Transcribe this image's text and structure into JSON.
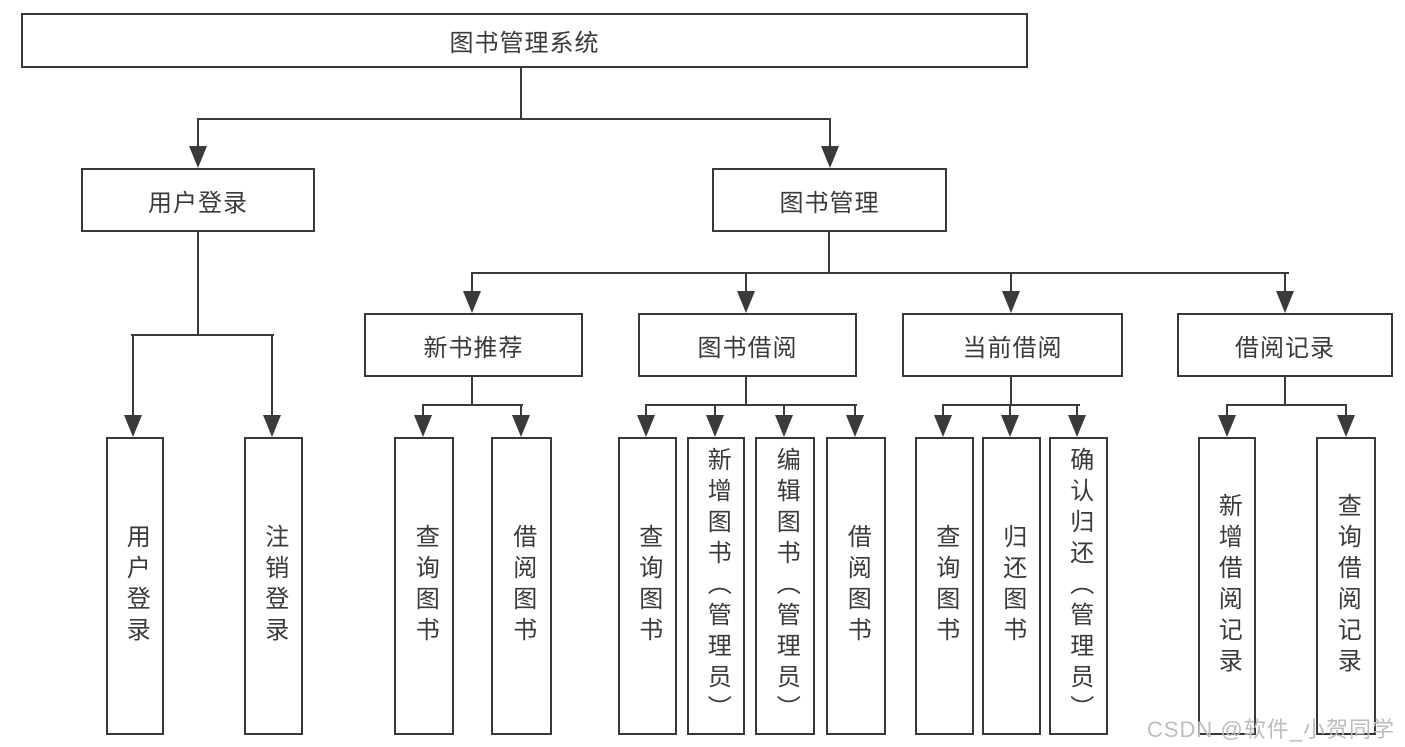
{
  "title": {
    "label": "图书管理系统"
  },
  "level2": {
    "user_login": {
      "label": "用户登录"
    },
    "book_management": {
      "label": "图书管理"
    }
  },
  "level3": {
    "new_book_recommendation": {
      "label": "新书推荐"
    },
    "book_borrowing": {
      "label": "图书借阅"
    },
    "current_borrowing": {
      "label": "当前借阅"
    },
    "borrowing_records": {
      "label": "借阅记录"
    }
  },
  "leaves": {
    "user_login": {
      "label": "用户登录"
    },
    "logout": {
      "label": "注销登录"
    },
    "search_books_1": {
      "label": "查询图书"
    },
    "borrow_books_1": {
      "label": "借阅图书"
    },
    "search_books_2": {
      "label": "查询图书"
    },
    "add_books_admin": {
      "label": "新增图书（管理员）"
    },
    "edit_books_admin": {
      "label": "编辑图书（管理员）"
    },
    "borrow_books_2": {
      "label": "借阅图书"
    },
    "search_books_3": {
      "label": "查询图书"
    },
    "return_books": {
      "label": "归还图书"
    },
    "confirm_return_admin": {
      "label": "确认归还（管理员）"
    },
    "add_borrow_record": {
      "label": "新增借阅记录"
    },
    "search_borrow_record": {
      "label": "查询借阅记录"
    }
  },
  "watermark": {
    "text": "CSDN @软件_小贺同学"
  },
  "colors": {
    "line": "#3a3a3a",
    "border": "#383838",
    "text": "#3a3a3a",
    "watermark": "#bdbdbd",
    "background": "#ffffff"
  }
}
